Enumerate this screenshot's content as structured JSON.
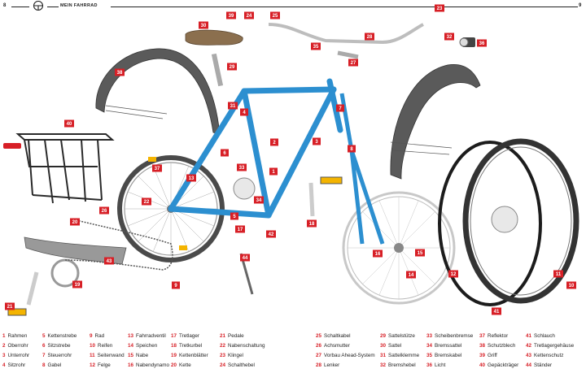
{
  "header": {
    "page_left": "8",
    "page_right": "9",
    "title": "MEIN FAHRRAD"
  },
  "callouts": [
    "1",
    "2",
    "3",
    "4",
    "5",
    "6",
    "7",
    "8",
    "9",
    "10",
    "11",
    "12",
    "13",
    "14",
    "15",
    "16",
    "17",
    "18",
    "19",
    "20",
    "21",
    "22",
    "23",
    "24",
    "25",
    "26",
    "27",
    "28",
    "29",
    "30",
    "31",
    "32",
    "33",
    "34",
    "35",
    "36",
    "37",
    "38",
    "39",
    "40",
    "41",
    "42",
    "43",
    "44"
  ],
  "legend": [
    {
      "n": "1",
      "t": "Rahmen"
    },
    {
      "n": "2",
      "t": "Oberrohr"
    },
    {
      "n": "3",
      "t": "Unterrohr"
    },
    {
      "n": "4",
      "t": "Sitzrohr"
    },
    {
      "n": "5",
      "t": "Kettenstrebe"
    },
    {
      "n": "6",
      "t": "Sitzstrebe"
    },
    {
      "n": "7",
      "t": "Steuerrohr"
    },
    {
      "n": "8",
      "t": "Gabel"
    },
    {
      "n": "9",
      "t": "Rad"
    },
    {
      "n": "10",
      "t": "Reifen"
    },
    {
      "n": "11",
      "t": "Seitenwand"
    },
    {
      "n": "12",
      "t": "Felge"
    },
    {
      "n": "13",
      "t": "Fahrradventil"
    },
    {
      "n": "14",
      "t": "Speichen"
    },
    {
      "n": "15",
      "t": "Nabe"
    },
    {
      "n": "16",
      "t": "Nabendynamo"
    },
    {
      "n": "17",
      "t": "Tretlager"
    },
    {
      "n": "18",
      "t": "Tretkurbel"
    },
    {
      "n": "19",
      "t": "Kettenblätter"
    },
    {
      "n": "20",
      "t": "Kette"
    },
    {
      "n": "21",
      "t": "Pedale"
    },
    {
      "n": "22",
      "t": "Nabenschaltung"
    },
    {
      "n": "23",
      "t": "Klingel"
    },
    {
      "n": "24",
      "t": "Schalthebel"
    },
    {
      "n": "25",
      "t": "Schaltkabel"
    },
    {
      "n": "26",
      "t": "Achsmutter"
    },
    {
      "n": "27",
      "t": "Vorbau Ahead-System"
    },
    {
      "n": "28",
      "t": "Lenker"
    },
    {
      "n": "29",
      "t": "Sattelstütze"
    },
    {
      "n": "30",
      "t": "Sattel"
    },
    {
      "n": "31",
      "t": "Sattelklemme"
    },
    {
      "n": "32",
      "t": "Bremshebel"
    },
    {
      "n": "33",
      "t": "Scheibenbremse"
    },
    {
      "n": "34",
      "t": "Bremssattel"
    },
    {
      "n": "35",
      "t": "Bremskabel"
    },
    {
      "n": "36",
      "t": "Licht"
    },
    {
      "n": "37",
      "t": "Reflektor"
    },
    {
      "n": "38",
      "t": "Schutzblech"
    },
    {
      "n": "39",
      "t": "Griff"
    },
    {
      "n": "40",
      "t": "Gepäckträger"
    },
    {
      "n": "41",
      "t": "Schlauch"
    },
    {
      "n": "42",
      "t": "Tretlagergehäuse"
    },
    {
      "n": "43",
      "t": "Kettenschutz"
    },
    {
      "n": "44",
      "t": "Ständer"
    }
  ]
}
